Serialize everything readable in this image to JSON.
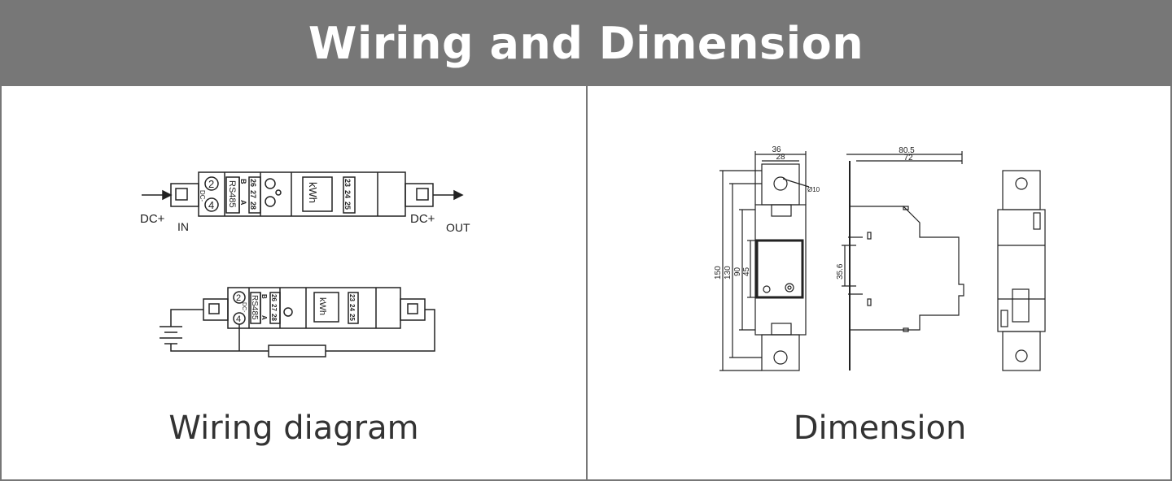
{
  "header": {
    "title": "Wiring and Dimension"
  },
  "colors": {
    "header_bg": "#777777",
    "header_text": "#ffffff",
    "border": "#777777",
    "line": "#222222"
  },
  "wiring": {
    "caption": "Wiring diagram",
    "top": {
      "in_arrow_label": "DC+",
      "in_label": "IN",
      "out_arrow_label": "DC+",
      "out_label": "OUT",
      "terminal_2": "2",
      "terminal_4": "4",
      "dc_minus": "DC-",
      "rs485": "RS485",
      "b": "B",
      "a": "A",
      "t26": "26",
      "t27": "27",
      "t28": "28",
      "kwh": "kWh",
      "t23": "23",
      "t24": "24",
      "t25": "25"
    },
    "bottom": {
      "terminal_2": "2",
      "terminal_4": "4",
      "dc_minus": "DC-",
      "rs485": "RS485",
      "b": "B",
      "a": "A",
      "t26": "26",
      "t27": "27",
      "t28": "28",
      "kwh": "kWh",
      "t23": "23",
      "t24": "24",
      "t25": "25"
    }
  },
  "dimension": {
    "caption": "Dimension",
    "width_36": "36",
    "width_28": "28",
    "hole": "Ø10",
    "depth_80_5": "80.5",
    "depth_72": "72",
    "h150": "150",
    "h130": "130",
    "h90": "90",
    "h45": "45",
    "h35_6": "35.6"
  }
}
